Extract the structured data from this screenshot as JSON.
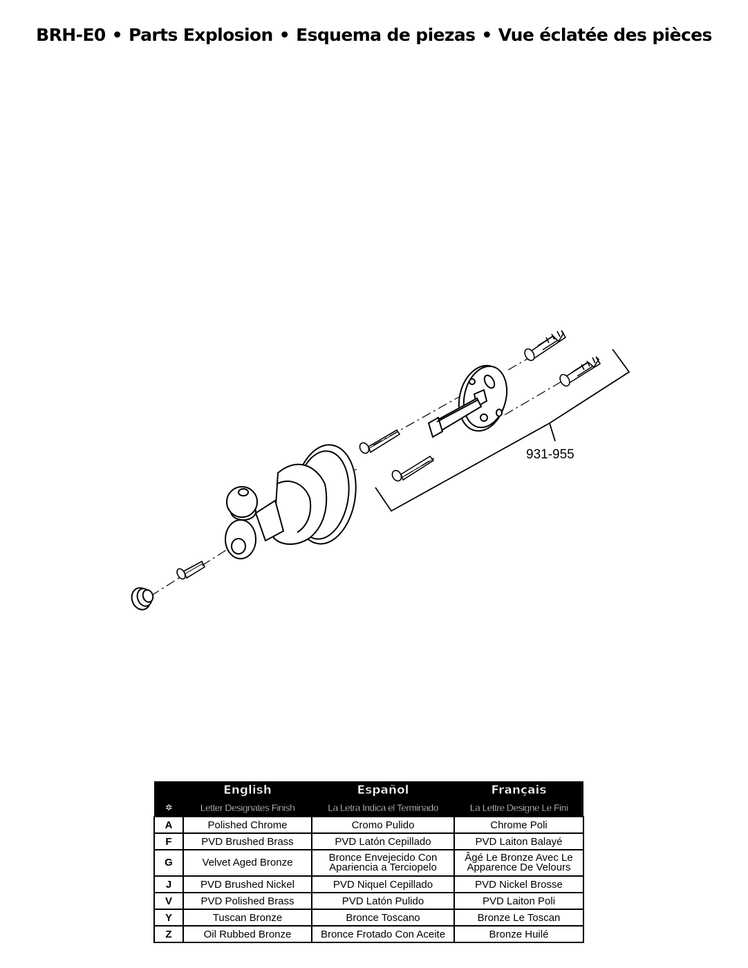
{
  "title": {
    "model": "BRH-E0",
    "separator": "•",
    "english": "Parts Explosion",
    "spanish": "Esquema de piezas",
    "french": "Vue éclatée des pièces"
  },
  "diagram": {
    "part_number": "931-955"
  },
  "finish_table": {
    "header": {
      "english": "English",
      "spanish": "Español",
      "french": "Français",
      "symbol": "✽",
      "english_sub": "Letter Designates Finish",
      "spanish_sub": "La Letra Indica el Terminado",
      "french_sub": "La Lettre Designe Le Fini"
    },
    "rows": [
      {
        "code": "A",
        "english": "Polished Chrome",
        "spanish": "Cromo Pulido",
        "french": "Chrome Poli"
      },
      {
        "code": "F",
        "english": "PVD Brushed Brass",
        "spanish": "PVD Latón Cepillado",
        "french": "PVD Laiton Balayé"
      },
      {
        "code": "G",
        "english": "Velvet Aged Bronze",
        "spanish": "Bronce Envejecido Con Apariencia a Terciopelo",
        "french": "Âgé Le Bronze Avec Le Apparence De Velours"
      },
      {
        "code": "J",
        "english": "PVD Brushed Nickel",
        "spanish": "PVD Niquel Cepillado",
        "french": "PVD Nickel Brosse"
      },
      {
        "code": "V",
        "english": "PVD Polished Brass",
        "spanish": "PVD Latón Pulido",
        "french": "PVD Laiton Poli"
      },
      {
        "code": "Y",
        "english": "Tuscan Bronze",
        "spanish": "Bronce Toscano",
        "french": "Bronze Le Toscan"
      },
      {
        "code": "Z",
        "english": "Oil Rubbed Bronze",
        "spanish": "Bronce Frotado Con Aceite",
        "french": "Bronze Huilé"
      }
    ]
  }
}
